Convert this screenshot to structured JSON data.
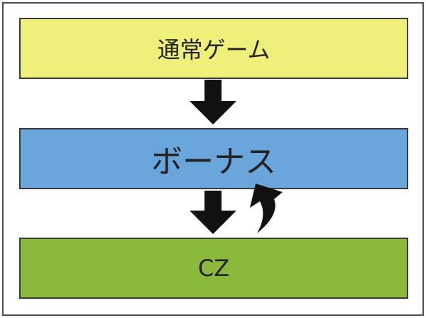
{
  "diagram": {
    "nodes": [
      {
        "id": "normal",
        "label": "通常ゲーム",
        "color": "#eef07a"
      },
      {
        "id": "bonus",
        "label": "ボーナス",
        "color": "#6aa6dc"
      },
      {
        "id": "cz",
        "label": "CZ",
        "color": "#8bb93b"
      }
    ],
    "edges": [
      {
        "from": "normal",
        "to": "bonus"
      },
      {
        "from": "bonus",
        "to": "cz"
      },
      {
        "from": "cz",
        "to": "bonus"
      }
    ]
  }
}
